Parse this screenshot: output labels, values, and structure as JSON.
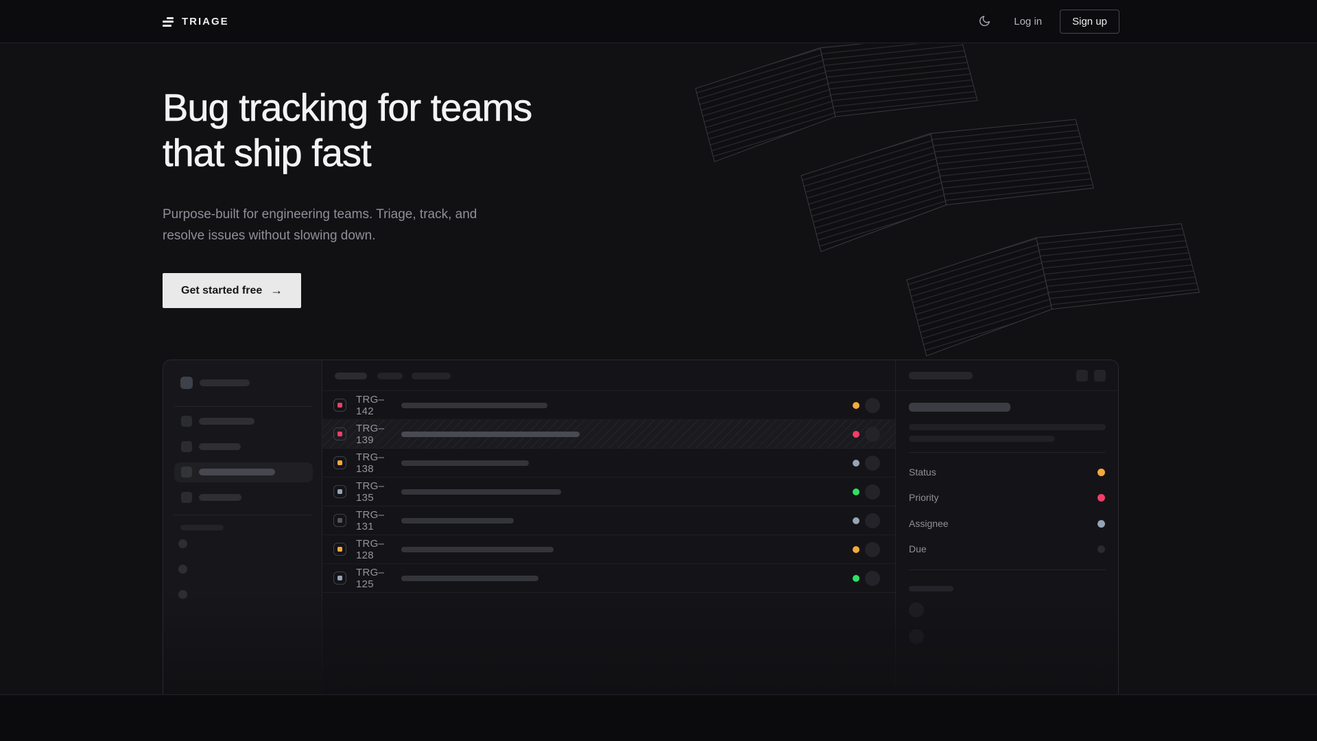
{
  "brand": {
    "name": "TRIAGE"
  },
  "nav": {
    "theme_icon": "moon",
    "login_label": "Log in",
    "signup_label": "Sign up"
  },
  "hero": {
    "title_line1": "Bug tracking for teams",
    "title_line2": "that ship fast",
    "subtitle_line1": "Purpose-built for engineering teams. Triage, track, and",
    "subtitle_line2": "resolve issues without slowing down.",
    "cta_label": "Get started free",
    "cta_arrow": "→"
  },
  "mockup": {
    "list": {
      "issues": [
        {
          "id": "TRG–142",
          "icon_color": "#ef3e68",
          "status_color": "#f5a93c",
          "bar_color": "#34343b",
          "title_width": "213",
          "selected": false
        },
        {
          "id": "TRG–139",
          "icon_color": "#ef3e68",
          "status_color": "#ef3e68",
          "bar_color": "#4a4a52",
          "title_width": "260",
          "selected": true
        },
        {
          "id": "TRG–138",
          "icon_color": "#f5a93c",
          "status_color": "#97a3b6",
          "bar_color": "#34343b",
          "title_width": "186",
          "selected": false
        },
        {
          "id": "TRG–135",
          "icon_color": "#97a3b6",
          "status_color": "#2fe262",
          "bar_color": "#34343b",
          "title_width": "233",
          "selected": false
        },
        {
          "id": "TRG–131",
          "icon_color": "#55555e",
          "status_color": "#97a3b6",
          "bar_color": "#34343b",
          "title_width": "164",
          "selected": false
        },
        {
          "id": "TRG–128",
          "icon_color": "#f5a93c",
          "status_color": "#f5a93c",
          "bar_color": "#34343b",
          "title_width": "222",
          "selected": false
        },
        {
          "id": "TRG–125",
          "icon_color": "#97a3b6",
          "status_color": "#2fe262",
          "bar_color": "#34343b",
          "title_width": "200",
          "selected": false
        }
      ]
    },
    "panel": {
      "fields": [
        {
          "label": "Status",
          "color": "#f5a93c"
        },
        {
          "label": "Priority",
          "color": "#ef3e68"
        },
        {
          "label": "Assignee",
          "color": "#97a3b6"
        },
        {
          "label": "Due",
          "color": "#2a2a31"
        }
      ]
    }
  },
  "colors": {
    "accent_amber": "#f5a93c",
    "accent_pink": "#ef3e68",
    "accent_green": "#2fe262",
    "accent_bluegray": "#97a3b6",
    "cta_bg": "#e9e9ea"
  }
}
